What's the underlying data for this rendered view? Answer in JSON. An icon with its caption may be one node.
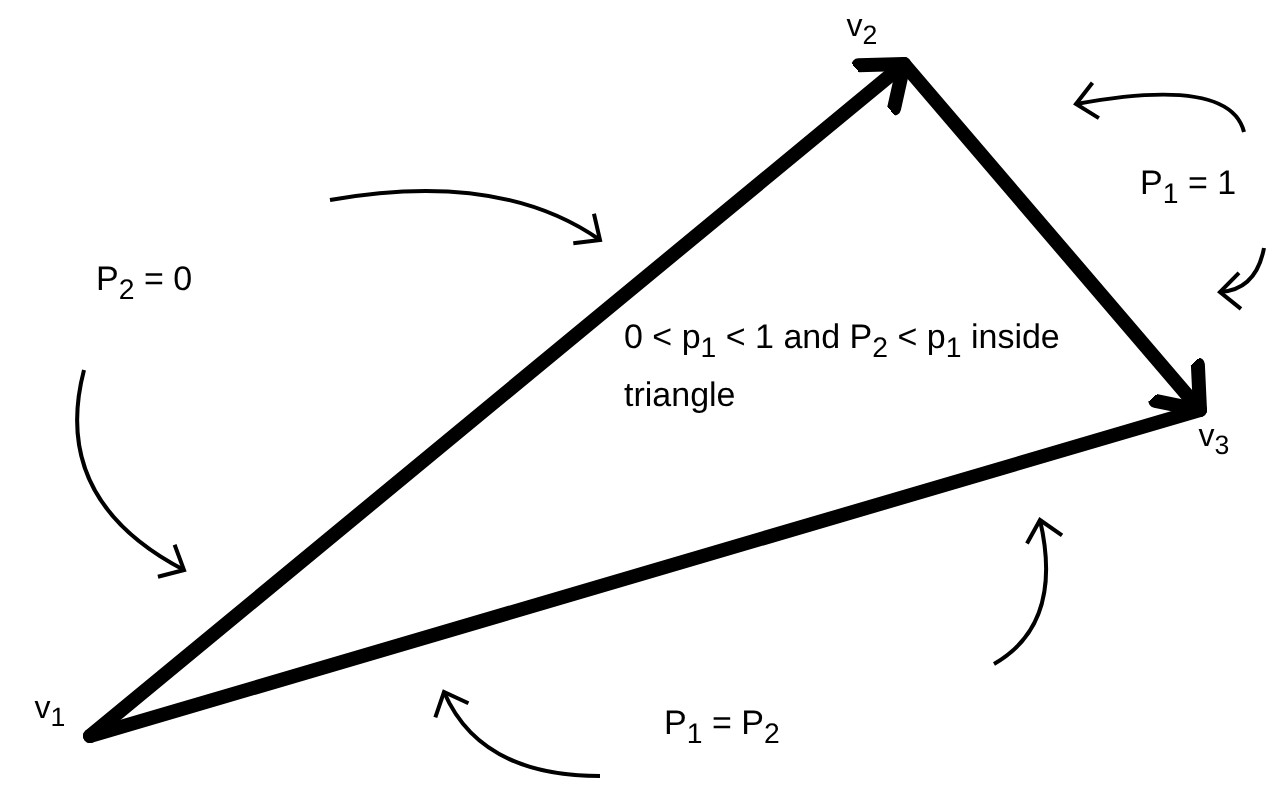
{
  "diagram": {
    "nodes": [
      {
        "text": [
          "v$_{1}$"
        ]
      },
      {
        "text": [
          "v$_{2}$"
        ]
      },
      {
        "text": [
          "v$_{3}$"
        ]
      }
    ],
    "edges": [
      {
        "from": 0,
        "to": 1,
        "arrow": "to"
      },
      {
        "from": 1,
        "to": 2,
        "arrow": "to"
      },
      {
        "from": 0,
        "to": 2,
        "arrow": "none"
      }
    ],
    "labels": [
      "P$_{2}$ = 0",
      "P$_{1}$ = 1",
      "0 < p$_{1}$ < 1 and P$_{2}$ < p$_{1}$ inside triangle",
      "P$_{1}$ = P$_{2}$"
    ]
  }
}
